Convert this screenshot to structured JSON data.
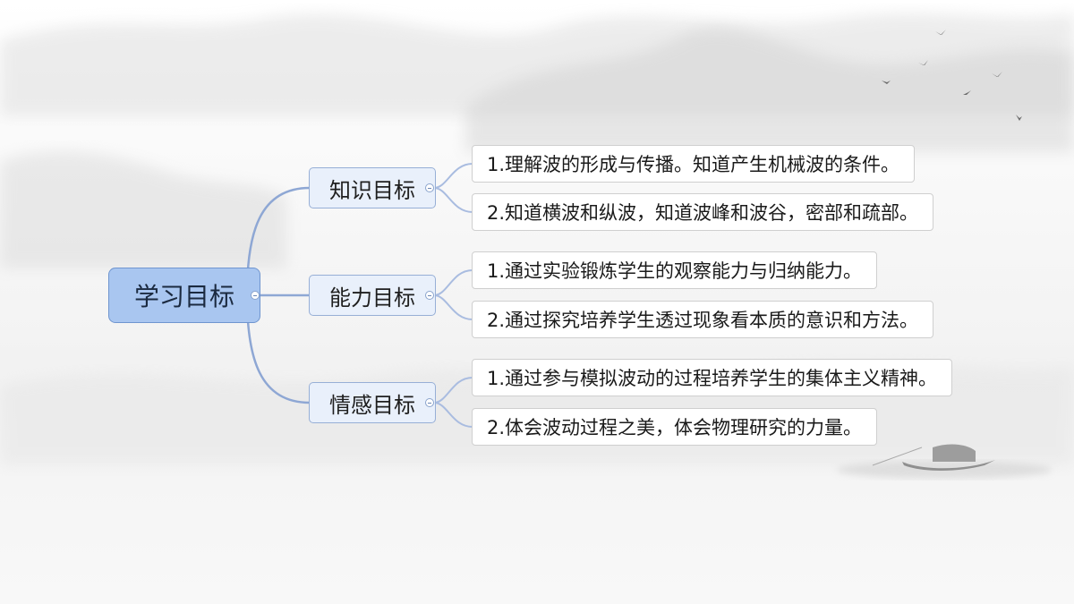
{
  "root": {
    "label": "学习目标"
  },
  "branches": [
    {
      "label": "知识目标",
      "items": [
        "1.理解波的形成与传播。知道产生机械波的条件。",
        "2.知道横波和纵波，知道波峰和波谷，密部和疏部。"
      ]
    },
    {
      "label": "能力目标",
      "items": [
        "1.通过实验锻炼学生的观察能力与归纳能力。",
        "2.通过探究培养学生透过现象看本质的意识和方法。"
      ]
    },
    {
      "label": "情感目标",
      "items": [
        "1.通过参与模拟波动的过程培养学生的集体主义精神。",
        "2.体会波动过程之美，体会物理研究的力量。"
      ]
    }
  ],
  "colors": {
    "root_fill": "#a9c6f0",
    "branch_fill": "#e9f0fb",
    "connector": "#8ea7d4"
  }
}
